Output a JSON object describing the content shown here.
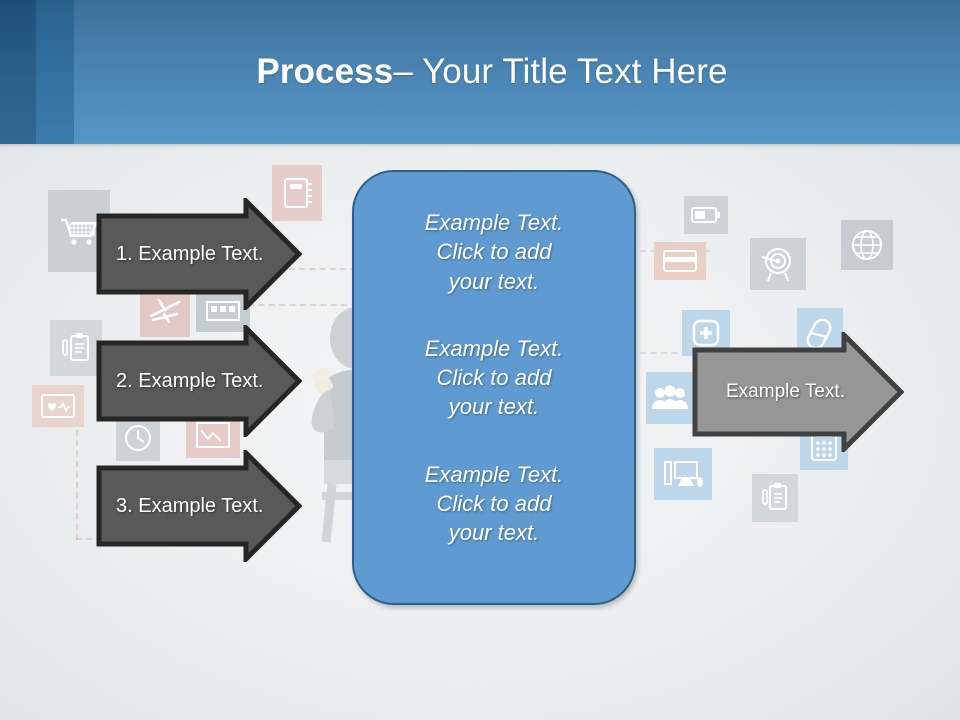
{
  "slide": {
    "title_bold": "Process",
    "title_rest": " – Your Title Text Here",
    "header_color": "#4a84b3",
    "accent_color": "#5f9bd1",
    "background_color": "#eceef0"
  },
  "left_steps": [
    {
      "label": "1. Example Text.",
      "fill": "#595959",
      "stroke": "#262626"
    },
    {
      "label": "2. Example Text.",
      "fill": "#595959",
      "stroke": "#262626"
    },
    {
      "label": "3. Example Text.",
      "fill": "#595959",
      "stroke": "#262626"
    }
  ],
  "center_box": {
    "blocks": [
      {
        "line1": "Example Text.",
        "line2": "Click  to add",
        "line3": "your text."
      },
      {
        "line1": "Example Text.",
        "line2": "Click  to add",
        "line3": "your text."
      },
      {
        "line1": "Example Text.",
        "line2": "Click  to add",
        "line3": "your text."
      }
    ],
    "fill": "#5f9bd1",
    "stroke": "#2f5f85"
  },
  "result_step": {
    "label": "Example Text.",
    "fill": "#969696",
    "stroke": "#404040"
  },
  "background_icons": [
    {
      "name": "shopping-cart-icon",
      "tint": "#c9cfd4"
    },
    {
      "name": "notebook-icon",
      "tint": "#e6cdcb"
    },
    {
      "name": "clipboard-pen-icon",
      "tint": "#d2d7da"
    },
    {
      "name": "airplane-icon",
      "tint": "#e4c8c6"
    },
    {
      "name": "heart-monitor-icon",
      "tint": "#e9d3cd"
    },
    {
      "name": "clock-icon",
      "tint": "#ccd2d6"
    },
    {
      "name": "chart-down-icon",
      "tint": "#e7cbc9"
    },
    {
      "name": "building-icon",
      "tint": "#c5ccd2"
    },
    {
      "name": "battery-icon",
      "tint": "#ccd2d6"
    },
    {
      "name": "credit-card-icon",
      "tint": "#e9d0c7"
    },
    {
      "name": "target-icon",
      "tint": "#ccd2d6"
    },
    {
      "name": "globe-icon",
      "tint": "#c6ccd1"
    },
    {
      "name": "medical-cross-icon",
      "tint": "#bed6ea"
    },
    {
      "name": "pill-icon",
      "tint": "#bed6ea"
    },
    {
      "name": "people-icon",
      "tint": "#bed6ea"
    },
    {
      "name": "monitor-icon",
      "tint": "#bed6ea"
    },
    {
      "name": "calculator-icon",
      "tint": "#bed6ea"
    },
    {
      "name": "clipboard-icon",
      "tint": "#d2d7da"
    }
  ]
}
